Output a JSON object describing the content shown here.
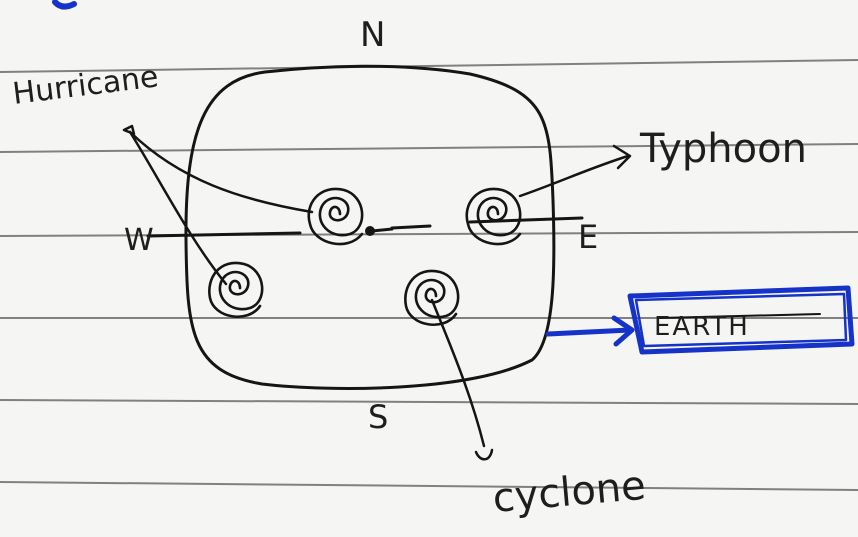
{
  "diagram": {
    "compass": {
      "north": "N",
      "south": "S",
      "east": "E",
      "west": "W"
    },
    "labels": {
      "hurricane": "Hurricane",
      "typhoon": "Typhoon",
      "cyclone": "cyclone",
      "earth": "EARTH"
    },
    "colors": {
      "ink": "#151515",
      "blue_ink": "#1533c8",
      "paper": "#f5f5f3",
      "rule_lines": "#5a5a5a"
    }
  }
}
